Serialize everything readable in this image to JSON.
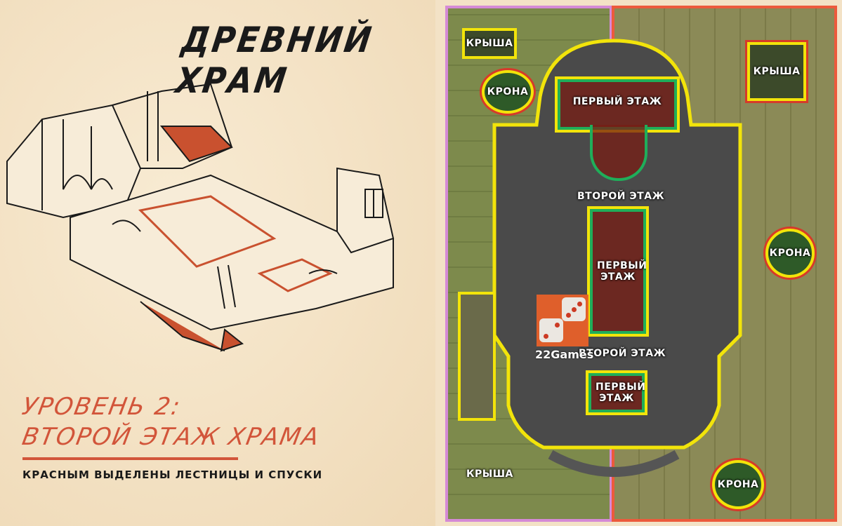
{
  "title": "ДРЕВНИЙ ХРАМ",
  "level_line1": "УРОВЕНЬ 2:",
  "level_line2": "ВТОРОЙ ЭТАЖ ХРАМА",
  "note": "КРАСНЫМ ВЫДЕЛЕНЫ ЛЕСТНИЦЫ И СПУСКИ",
  "map": {
    "roof_top_left": "КРЫША",
    "roof_top_right": "КРЫША",
    "roof_bottom_left": "КРЫША",
    "crown_top_left": "КРОНА",
    "crown_right": "КРОНА",
    "crown_bottom_right": "КРОНА",
    "first_floor_top": "ПЕРВЫЙ ЭТАЖ",
    "second_floor_1": "ВТОРОЙ ЭТАЖ",
    "first_floor_mid": "ПЕРВЫЙ ЭТАЖ",
    "second_floor_2": "ВТОРОЙ ЭТАЖ",
    "first_floor_bottom": "ПЕРВЫЙ ЭТАЖ"
  },
  "watermark": "22Games",
  "colors": {
    "accent": "#d2553a",
    "outline": "#f2e40a",
    "left_region": "#d58ad6",
    "right_region": "#ec5a3c"
  }
}
